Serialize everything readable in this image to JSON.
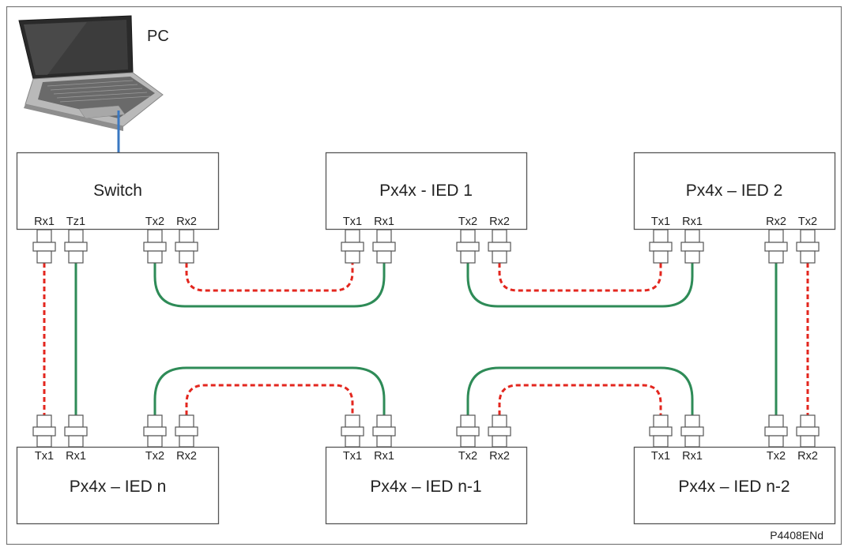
{
  "pc": {
    "label": "PC"
  },
  "figure_code": "P4408ENd",
  "devices": {
    "switch": {
      "title": "Switch",
      "ports": [
        "Rx1",
        "Tz1",
        "Tx2",
        "Rx2"
      ]
    },
    "ied1": {
      "title": "Px4x - IED 1",
      "ports": [
        "Tx1",
        "Rx1",
        "Tx2",
        "Rx2"
      ]
    },
    "ied2": {
      "title": "Px4x – IED 2",
      "ports": [
        "Tx1",
        "Rx1",
        "Rx2",
        "Tx2"
      ]
    },
    "iedn": {
      "title": "Px4x – IED n",
      "ports": [
        "Tx1",
        "Rx1",
        "Tx2",
        "Rx2"
      ]
    },
    "iedn1": {
      "title": "Px4x – IED n-1",
      "ports": [
        "Tx1",
        "Rx1",
        "Tx2",
        "Rx2"
      ]
    },
    "iedn2": {
      "title": "Px4x – IED n-2",
      "ports": [
        "Tx1",
        "Rx1",
        "Tx2",
        "Rx2"
      ]
    }
  },
  "colors": {
    "fiber_green": "#2e8b57",
    "fiber_red_dashed": "#e3261e",
    "pc_link_blue": "#3a78c2"
  }
}
